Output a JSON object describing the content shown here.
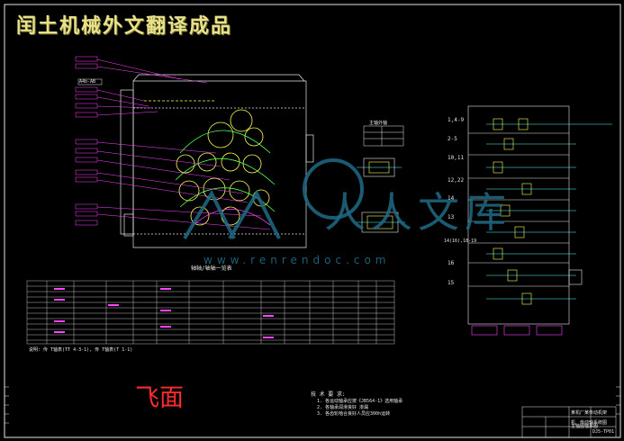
{
  "title": "闰土机械外文翻译成品",
  "stamp": "飞面",
  "watermark": {
    "brand": "人人文库",
    "url": "www.renrendoc.com"
  },
  "corner_tag": "A4b-AB",
  "assembly_caption": "轴轴/轴轴一览表",
  "small_table_title": "主轴外轴",
  "notes": {
    "heading": "技 术 要 求:",
    "lines": [
      "1. 各运动轴承应按《JB564-1》选用轴承",
      "2. 各轴承润滑良好 渗漏",
      "3. 各齿轮啮合良好人员应300h运转"
    ]
  },
  "table_footer": "说明: 传 T轴表(TT 4-3-1), 传 T轴表(T 1-1)",
  "right_labels": [
    "1,4-9",
    "2-5",
    "10,11",
    "12,22",
    "14",
    "13",
    "14(16),18-19",
    "16",
    "15"
  ],
  "title_block": {
    "line1": "某机厂某传动机架",
    "line2": "机、传动轴系统图",
    "line3": "主轴图轴系图",
    "code": "DJ5-TP01"
  },
  "colors": {
    "line": "#e6e6e6",
    "yellow": "#ffff55",
    "magenta": "#ff44ff",
    "green": "#55ff55",
    "cyan": "#55ffff",
    "red": "#ff3333",
    "blue": "#5555ff"
  }
}
